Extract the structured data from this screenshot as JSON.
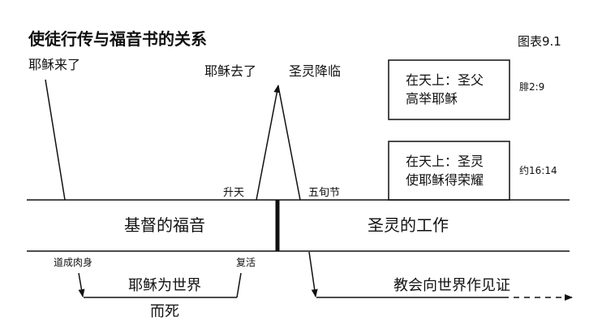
{
  "title": "使徒行传与福音书的关系",
  "figure_label": "图表9.1",
  "top": {
    "jesus_came": "耶稣来了",
    "jesus_left": "耶稣去了",
    "spirit_came": "圣灵降临",
    "ascension": "升天",
    "pentecost": "五旬节"
  },
  "boxes": [
    {
      "line1": "在天上：圣父",
      "line2": "高举耶稣",
      "ref": "腓2:9"
    },
    {
      "line1": "在天上：圣灵",
      "line2": "使耶稣得荣耀",
      "ref": "约16:14"
    }
  ],
  "band": {
    "left": "基督的福音",
    "right": "圣灵的工作"
  },
  "bottom": {
    "incarnation": "道成肉身",
    "resurrection": "复活",
    "died_line1": "耶稣为世界",
    "died_line2": "而死",
    "witness": "教会向世界作见证"
  },
  "colors": {
    "ink": "#111111",
    "background": "#ffffff"
  }
}
